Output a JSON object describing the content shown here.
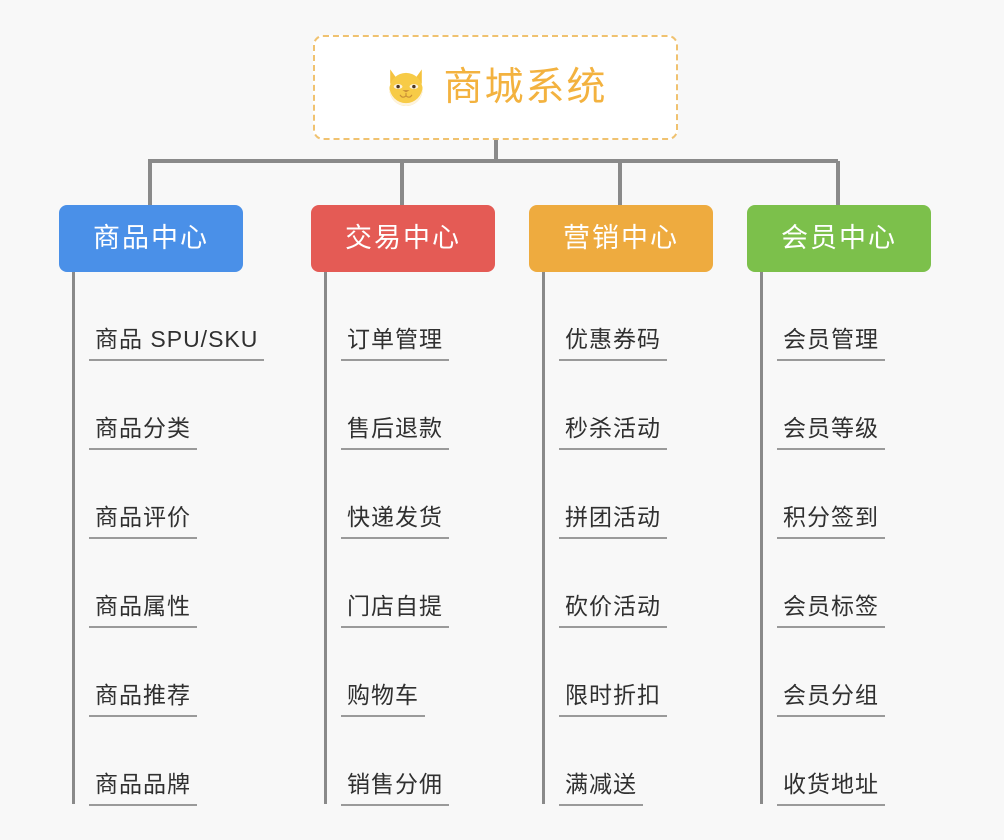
{
  "background_color": "#f8f8f8",
  "root": {
    "title": "商城系统",
    "icon": "shiba-dog-icon",
    "text_color": "#f3b23f",
    "border_color": "#f0c270"
  },
  "connector_color": "#8a8a8a",
  "columns": [
    {
      "id": "product-center",
      "label": "商品中心",
      "color": "#4a90e8",
      "items": [
        "商品 SPU/SKU",
        "商品分类",
        "商品评价",
        "商品属性",
        "商品推荐",
        "商品品牌"
      ]
    },
    {
      "id": "trade-center",
      "label": "交易中心",
      "color": "#e45b55",
      "items": [
        "订单管理",
        "售后退款",
        "快递发货",
        "门店自提",
        "购物车",
        "销售分佣"
      ]
    },
    {
      "id": "marketing-center",
      "label": "营销中心",
      "color": "#eeab3f",
      "items": [
        "优惠券码",
        "秒杀活动",
        "拼团活动",
        "砍价活动",
        "限时折扣",
        "满减送"
      ]
    },
    {
      "id": "member-center",
      "label": "会员中心",
      "color": "#7cc04b",
      "items": [
        "会员管理",
        "会员等级",
        "积分签到",
        "会员标签",
        "会员分组",
        "收货地址"
      ]
    }
  ]
}
